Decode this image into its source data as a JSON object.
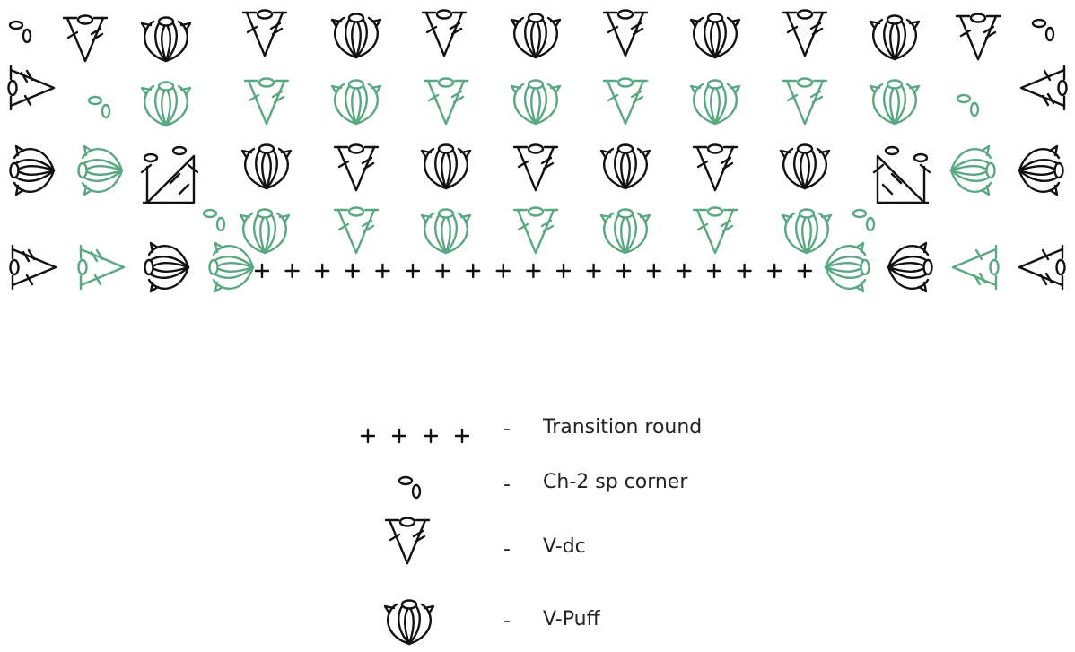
{
  "colors": {
    "ink": "#111111",
    "green": "#5aa882"
  },
  "legend": [
    {
      "symbol": "transition",
      "dash": "-",
      "label": "Transition round"
    },
    {
      "symbol": "ch2",
      "dash": "-",
      "label": "Ch-2 sp corner"
    },
    {
      "symbol": "vdc",
      "dash": "-",
      "label": "V-dc"
    },
    {
      "symbol": "vpuff",
      "dash": "-",
      "label": "V-Puff"
    }
  ]
}
